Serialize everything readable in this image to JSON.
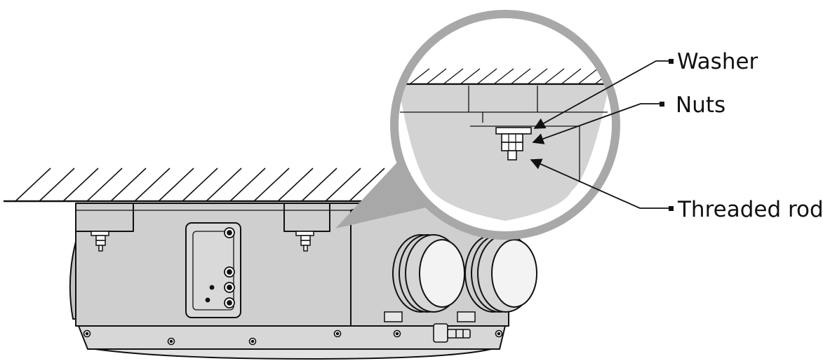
{
  "labels": {
    "washer": "Washer",
    "nuts": "Nuts",
    "threaded_rod": "Threaded rod"
  },
  "colors": {
    "line": "#111111",
    "zoom_fill": "#d3d3d3",
    "ring": "#a8a8a8",
    "device_fill": "#cfcfcf",
    "background": "#ffffff"
  },
  "icons": {
    "callout_marker": "small-square-marker",
    "arrow_tip": "filled-arrowhead"
  }
}
